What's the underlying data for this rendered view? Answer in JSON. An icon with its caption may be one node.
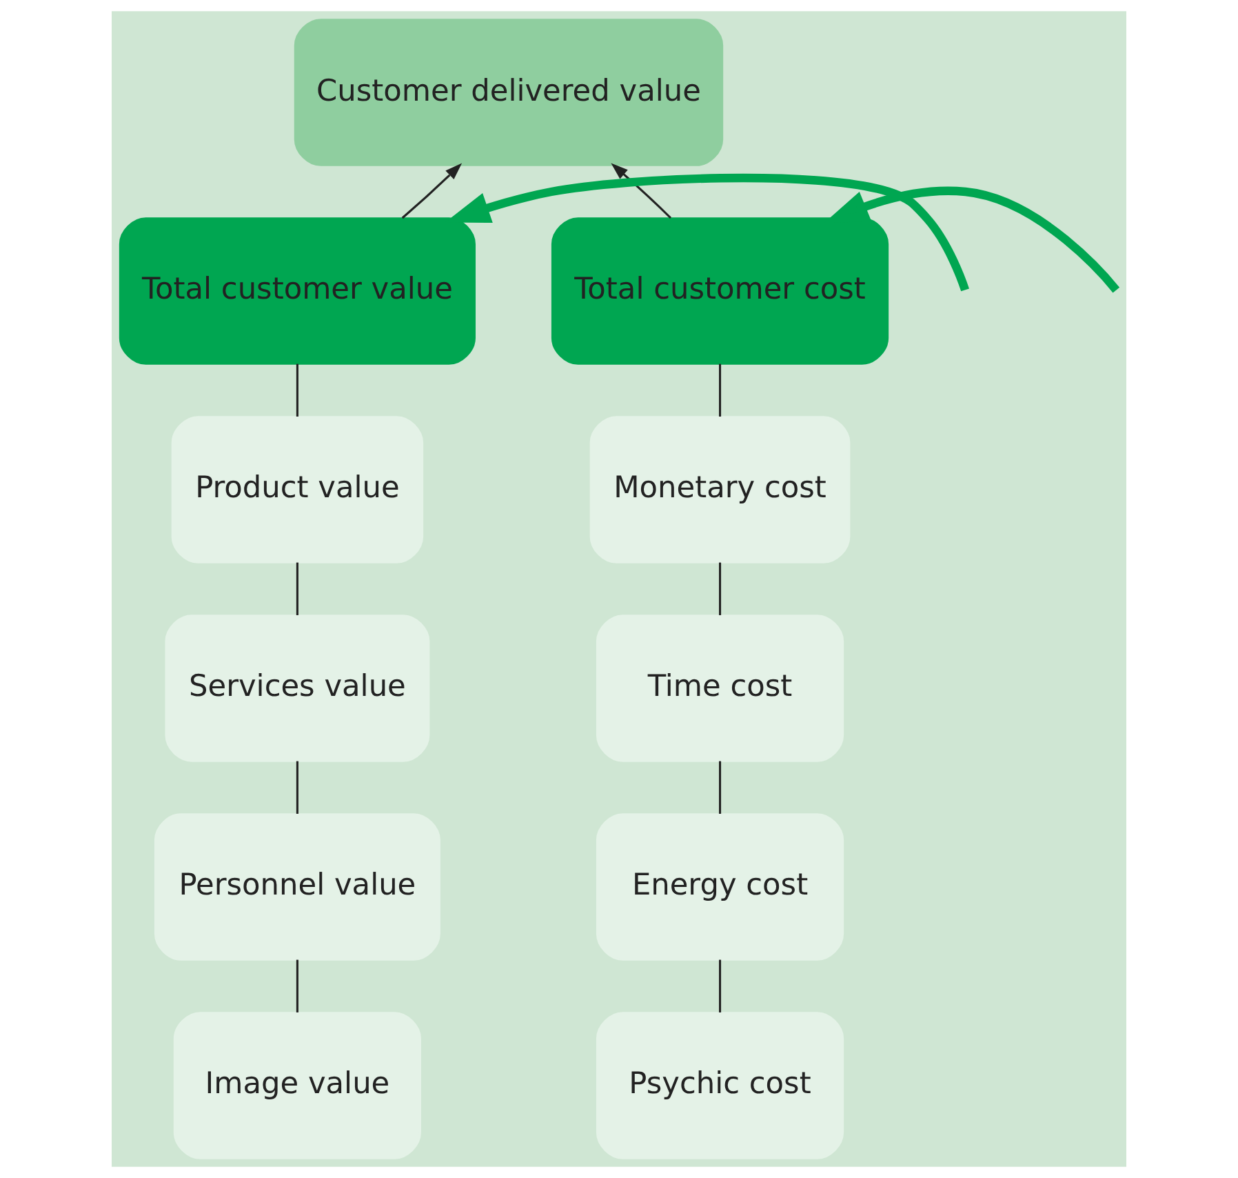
{
  "diagram": {
    "nodes": [
      {
        "text": [
          "Customer delivered value"
        ]
      },
      {
        "text": [
          "Total customer value"
        ]
      },
      {
        "text": [
          "Total customer cost"
        ]
      },
      {
        "text": [
          "Product value"
        ]
      },
      {
        "text": [
          "Monetary cost"
        ]
      },
      {
        "text": [
          "Services value"
        ]
      },
      {
        "text": [
          "Time cost"
        ]
      },
      {
        "text": [
          "Personnel value"
        ]
      },
      {
        "text": [
          "Energy cost"
        ]
      },
      {
        "text": [
          "Image value"
        ]
      },
      {
        "text": [
          "Psychic cost"
        ]
      }
    ],
    "edges": [
      {
        "from": null,
        "to": 1,
        "arrow": "to",
        "style": "thick",
        "color": "#00a651"
      },
      {
        "from": null,
        "to": 2,
        "arrow": "to",
        "style": "thick",
        "color": "#00a651"
      },
      {
        "from": 1,
        "to": 0,
        "arrow": "to"
      },
      {
        "from": 2,
        "to": 0,
        "arrow": "to"
      },
      {
        "from": 1,
        "to": 3,
        "arrow": "none"
      },
      {
        "from": 3,
        "to": 5,
        "arrow": "none"
      },
      {
        "from": 5,
        "to": 7,
        "arrow": "none"
      },
      {
        "from": 7,
        "to": 9,
        "arrow": "none"
      },
      {
        "from": 2,
        "to": 4,
        "arrow": "none"
      },
      {
        "from": 4,
        "to": 6,
        "arrow": "none"
      },
      {
        "from": 6,
        "to": 8,
        "arrow": "none"
      },
      {
        "from": 8,
        "to": 10,
        "arrow": "none"
      }
    ]
  }
}
